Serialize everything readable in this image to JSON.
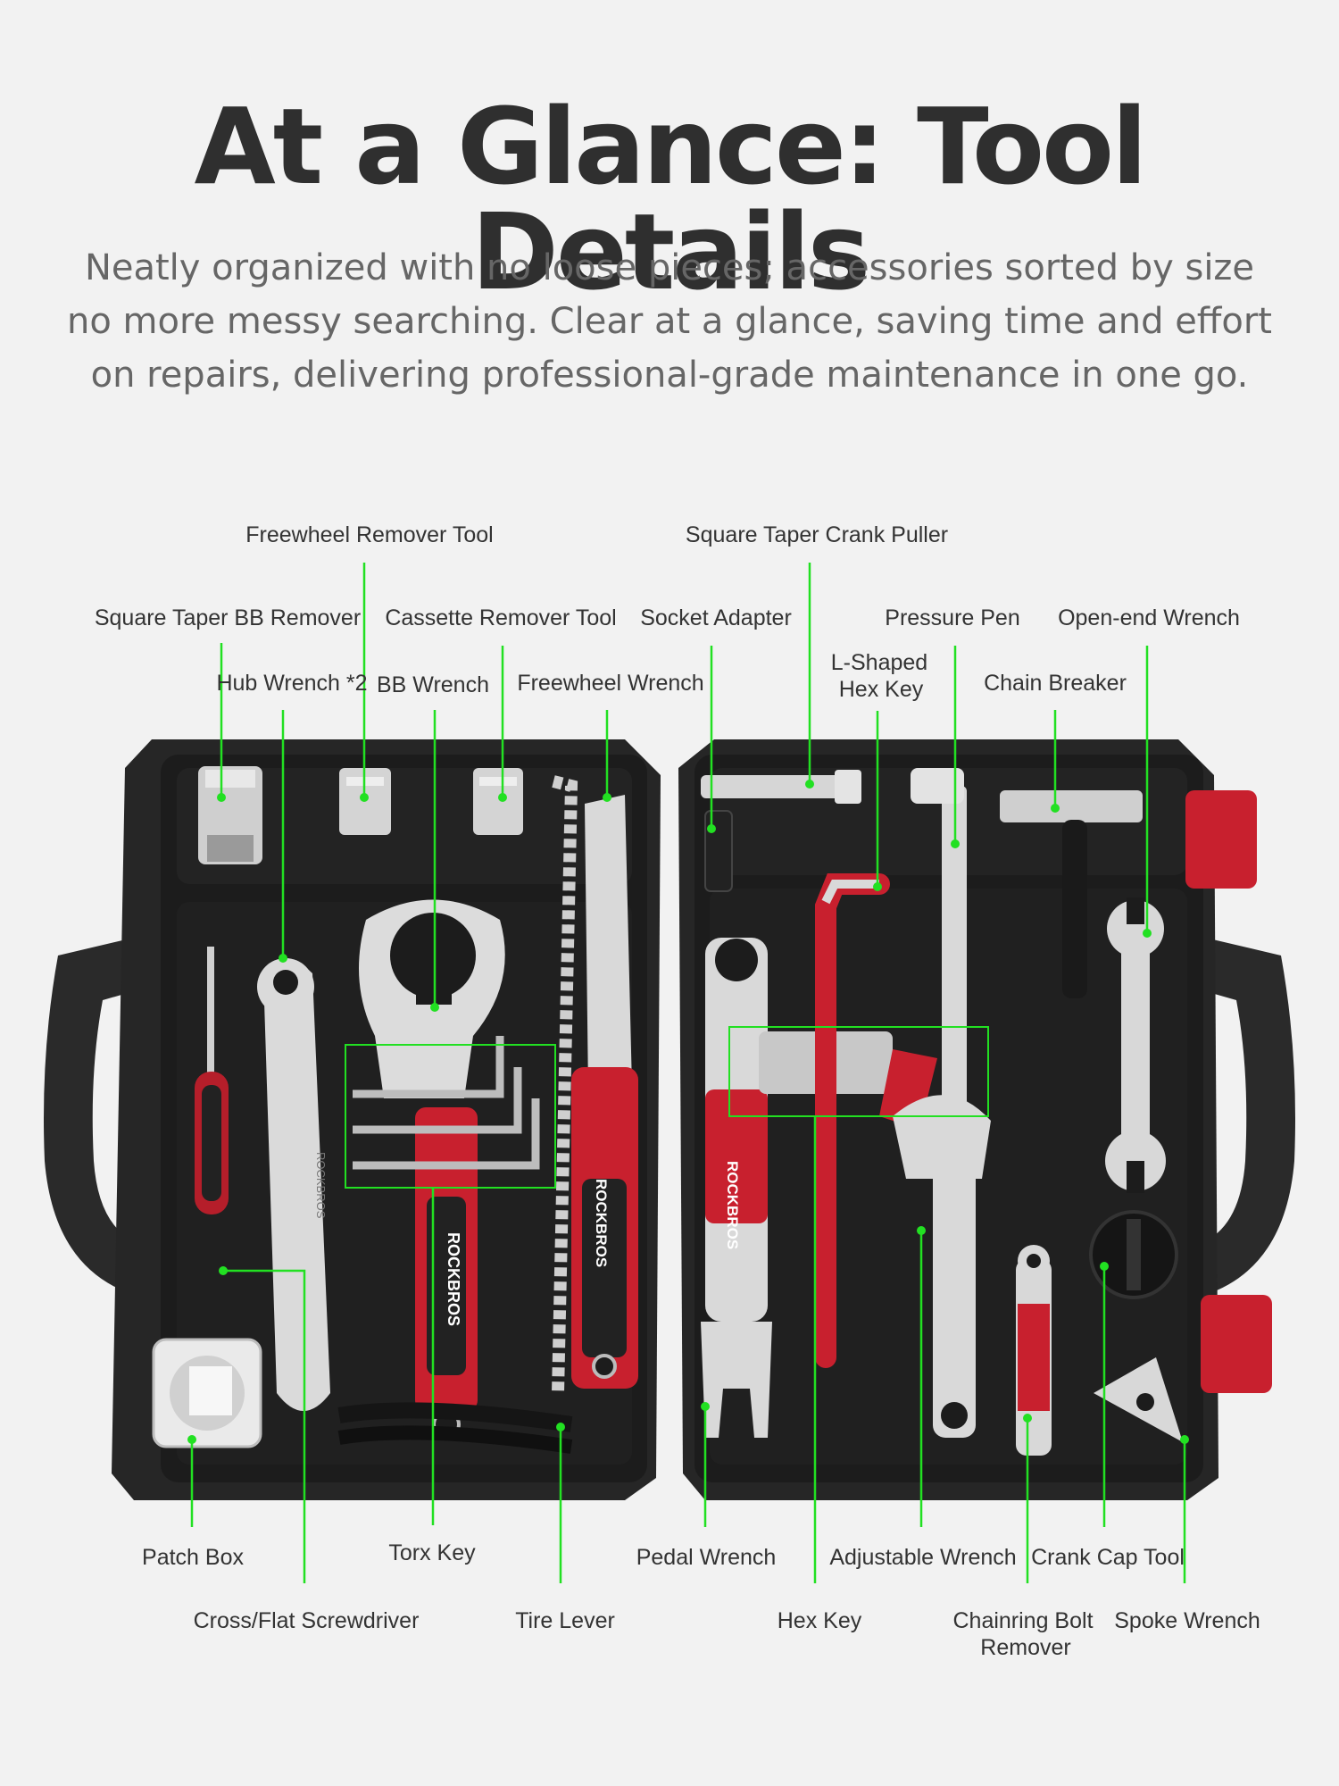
{
  "header": {
    "title": "At a Glance: Tool Details",
    "subtitle_lines": [
      "Neatly organized with no loose pieces; accessories sorted by size",
      "no more messy searching. Clear at a glance, saving time and effort",
      "on repairs, delivering professional-grade maintenance in one go."
    ]
  },
  "brand": {
    "logo_text": "ROCKBROS"
  },
  "colors": {
    "accent": "#22e022",
    "case": "#2b2b2b",
    "handle_red": "#c8202e",
    "chrome": "#d8d8d8",
    "background": "#f2f2f2"
  },
  "callouts": {
    "freewheel_remover_tool": "Freewheel Remover Tool",
    "square_taper_crank_puller": "Square Taper Crank Puller",
    "square_taper_bb_remover": "Square Taper BB Remover",
    "cassette_remover_tool": "Cassette Remover Tool",
    "socket_adapter": "Socket Adapter",
    "pressure_pen": "Pressure Pen",
    "open_end_wrench": "Open-end Wrench",
    "l_shaped_hex_key_1": "L-Shaped",
    "l_shaped_hex_key_2": "Hex Key",
    "hub_wrench": "Hub Wrench *2",
    "bb_wrench": "BB Wrench",
    "freewheel_wrench": "Freewheel Wrench",
    "chain_breaker": "Chain Breaker",
    "patch_box": "Patch Box",
    "torx_key": "Torx Key",
    "pedal_wrench": "Pedal Wrench",
    "adjustable_wrench": "Adjustable Wrench",
    "crank_cap_tool": "Crank Cap Tool",
    "cross_flat_screwdriver": "Cross/Flat Screwdriver",
    "tire_lever": "Tire Lever",
    "hex_key": "Hex Key",
    "chainring_bolt_remover_1": "Chainring Bolt",
    "chainring_bolt_remover_2": "Remover",
    "spoke_wrench": "Spoke Wrench"
  }
}
